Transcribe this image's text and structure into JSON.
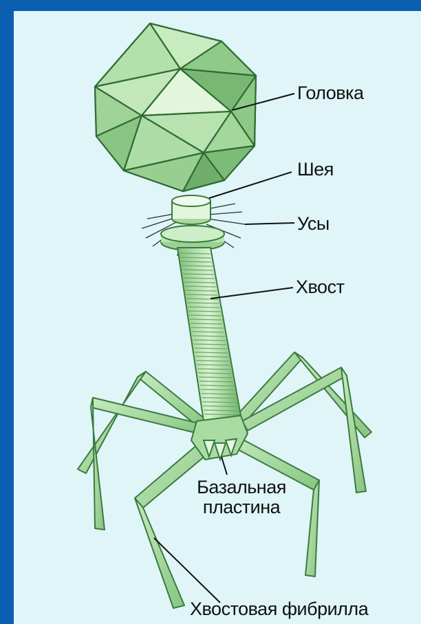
{
  "colors": {
    "background": "#dff5f8",
    "frame": "#0a5fb0",
    "fill_light": "#b6e0b0",
    "fill_mid": "#8cc987",
    "stroke": "#2f6b33"
  },
  "labels": {
    "head": "Головка",
    "neck": "Шея",
    "whiskers": "Усы",
    "tail": "Хвост",
    "baseplate_line1": "Базальная",
    "baseplate_line2": "пластина",
    "tail_fiber": "Хвостовая фибрилла"
  }
}
